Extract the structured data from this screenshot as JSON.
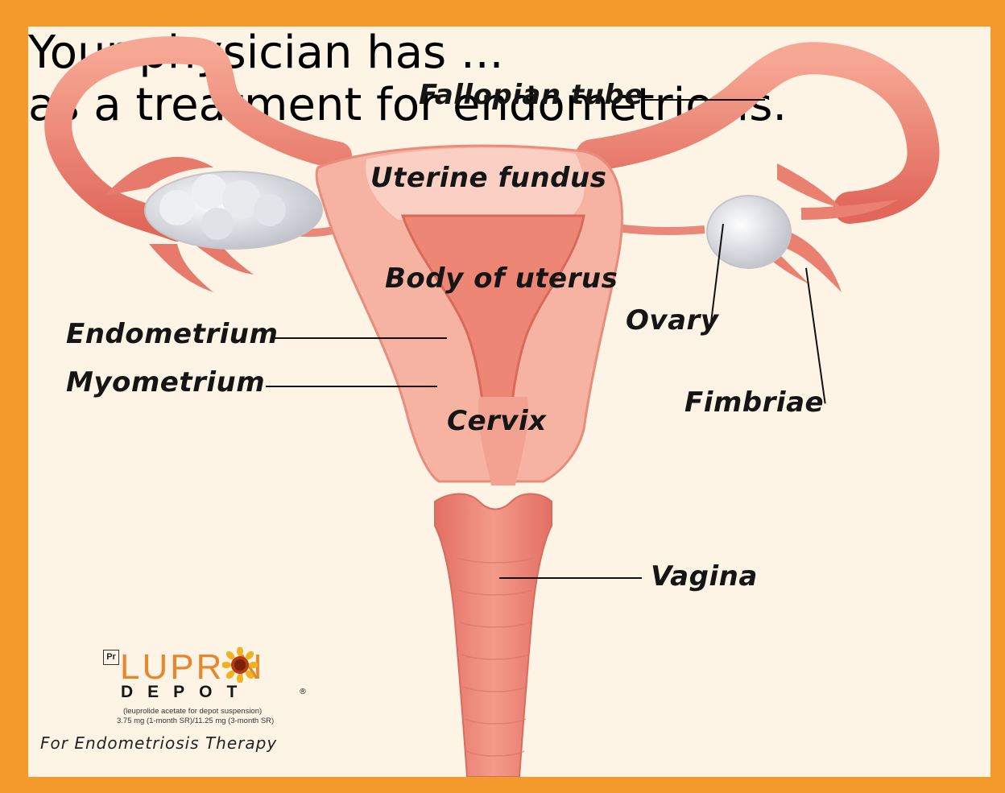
{
  "labels": {
    "fallopian_tube": "Fallopian tube",
    "uterine_fundus": "Uterine fundus",
    "body_of_uterus": "Body of uterus",
    "endometrium": "Endometrium",
    "myometrium": "Myometrium",
    "ovary": "Ovary",
    "fimbriae": "Fimbriae",
    "cervix": "Cervix",
    "vagina": "Vagina"
  },
  "background_text": {
    "line1": "Your physician has ...",
    "line2": "as a treatment for endometriosis."
  },
  "logo": {
    "pr_mark": "Pr",
    "name": "LUPR   N",
    "subname": "DEPOT",
    "registered": "®",
    "generic": "(leuprolide acetate for depot suspension)",
    "dosage": "3.75 mg (1-month SR)/11.25 mg (3-month SR)"
  },
  "tagline": "For Endometriosis Therapy",
  "colors": {
    "frame": "#f39a2b",
    "background": "#fdf4e6",
    "tissue": "#ec7d6e",
    "tissue_light": "#f7b9a8",
    "ovary": "#d9dadf"
  }
}
